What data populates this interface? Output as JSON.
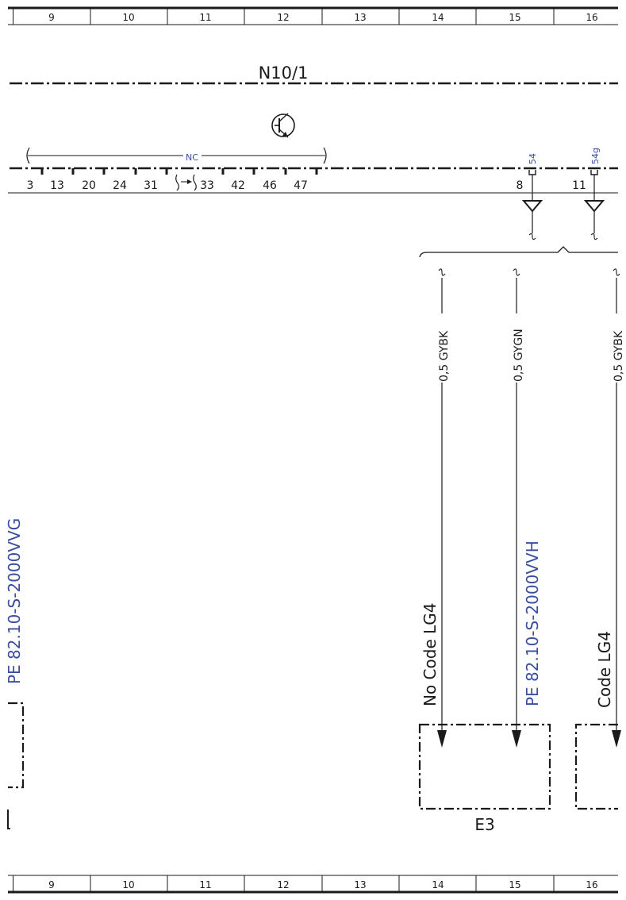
{
  "grid": {
    "columns": [
      "9",
      "10",
      "11",
      "12",
      "13",
      "14",
      "15",
      "16"
    ]
  },
  "module": {
    "name": "N10/1"
  },
  "nc": {
    "label": "NC"
  },
  "pins": [
    "3",
    "13",
    "20",
    "24",
    "31",
    "33",
    "42",
    "46",
    "47"
  ],
  "terminals": [
    {
      "pin": "8",
      "signal": "54"
    },
    {
      "pin": "11",
      "signal": "54g"
    }
  ],
  "wires": [
    {
      "label": "0,5 GYBK"
    },
    {
      "label": "0,5 GYGN"
    },
    {
      "label": "0,5 GYBK"
    }
  ],
  "notes": {
    "left_ref": "PE 82.10-S-2000VVG",
    "no_code": "No Code LG4",
    "mid_ref": "PE 82.10-S-2000VVH",
    "code": "Code LG4"
  },
  "component": {
    "name": "E3"
  },
  "colors": {
    "line": "#1a1a1a",
    "reference": "#3b4fa0"
  }
}
